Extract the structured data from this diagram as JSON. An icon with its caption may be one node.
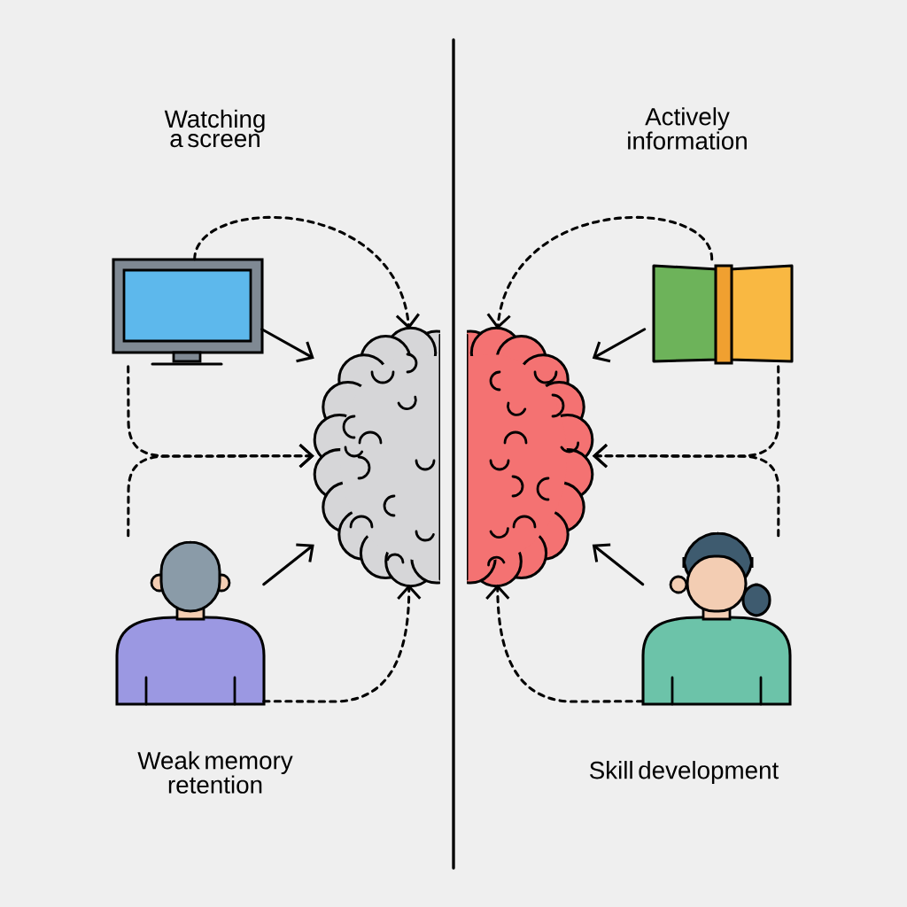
{
  "diagram": {
    "nodes": [
      {
        "text": [],
        "shape": "picture"
      },
      {
        "text": [],
        "shape": "picture"
      },
      {
        "text": [],
        "shape": "picture"
      },
      {
        "text": [],
        "shape": "picture"
      },
      {
        "text": [],
        "shape": "picture"
      },
      {
        "text": [],
        "shape": "picture"
      }
    ],
    "edges": [
      {
        "from": 0,
        "to": 1,
        "arrow": "to",
        "style": "dashed"
      },
      {
        "from": 0,
        "to": 1,
        "arrow": "to"
      },
      {
        "from": 0,
        "to": 1,
        "arrow": "to",
        "style": "dashed"
      },
      {
        "from": 2,
        "to": 1,
        "arrow": "to",
        "style": "dashed"
      },
      {
        "from": 2,
        "to": 1,
        "arrow": "to"
      },
      {
        "from": 2,
        "to": 1,
        "arrow": "to",
        "style": "dashed"
      },
      {
        "from": 4,
        "to": 3,
        "arrow": "to",
        "style": "dashed"
      },
      {
        "from": 4,
        "to": 3,
        "arrow": "to"
      },
      {
        "from": 4,
        "to": 3,
        "arrow": "to",
        "style": "dashed"
      },
      {
        "from": 5,
        "to": 3,
        "arrow": "to",
        "style": "dashed"
      },
      {
        "from": 5,
        "to": 3,
        "arrow": "to"
      },
      {
        "from": 5,
        "to": 3,
        "arrow": "to",
        "style": "dashed"
      }
    ],
    "labels": [
      "Watching a screen",
      "Actively information",
      "Weak memory retention",
      "Skill development"
    ]
  }
}
